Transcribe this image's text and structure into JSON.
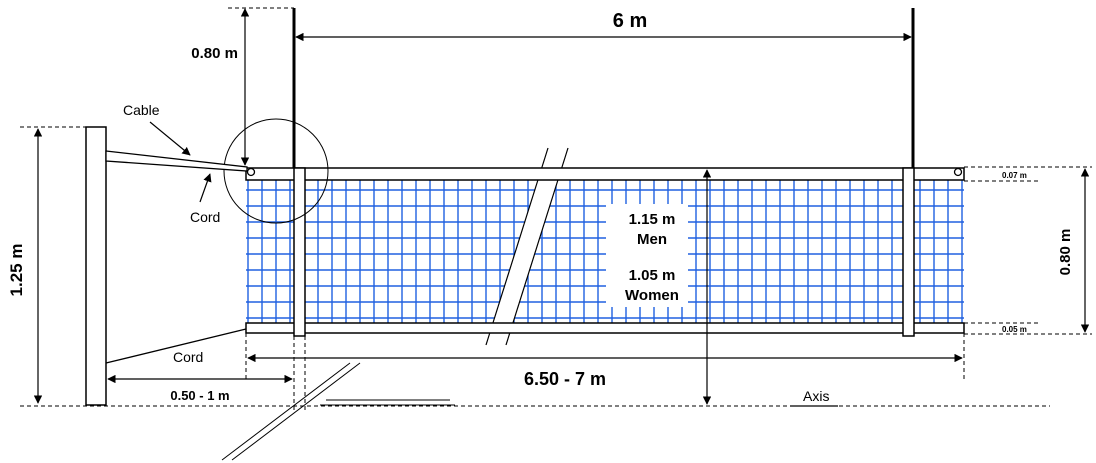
{
  "labels": {
    "antenna_span": "6 m",
    "antenna_height": "0.80 m",
    "cable": "Cable",
    "cord_top": "Cord",
    "cord_bottom": "Cord",
    "post_height": "1.25 m",
    "net_height": "0.80 m",
    "top_band": "0.07 m",
    "bottom_band": "0.05 m",
    "men_height": "1.15 m",
    "men": "Men",
    "women_height": "1.05 m",
    "women": "Women",
    "net_length": "6.50 - 7 m",
    "post_distance": "0.50 - 1 m",
    "axis": "Axis"
  },
  "colors": {
    "mesh": "#2060e0",
    "line": "#000000"
  }
}
